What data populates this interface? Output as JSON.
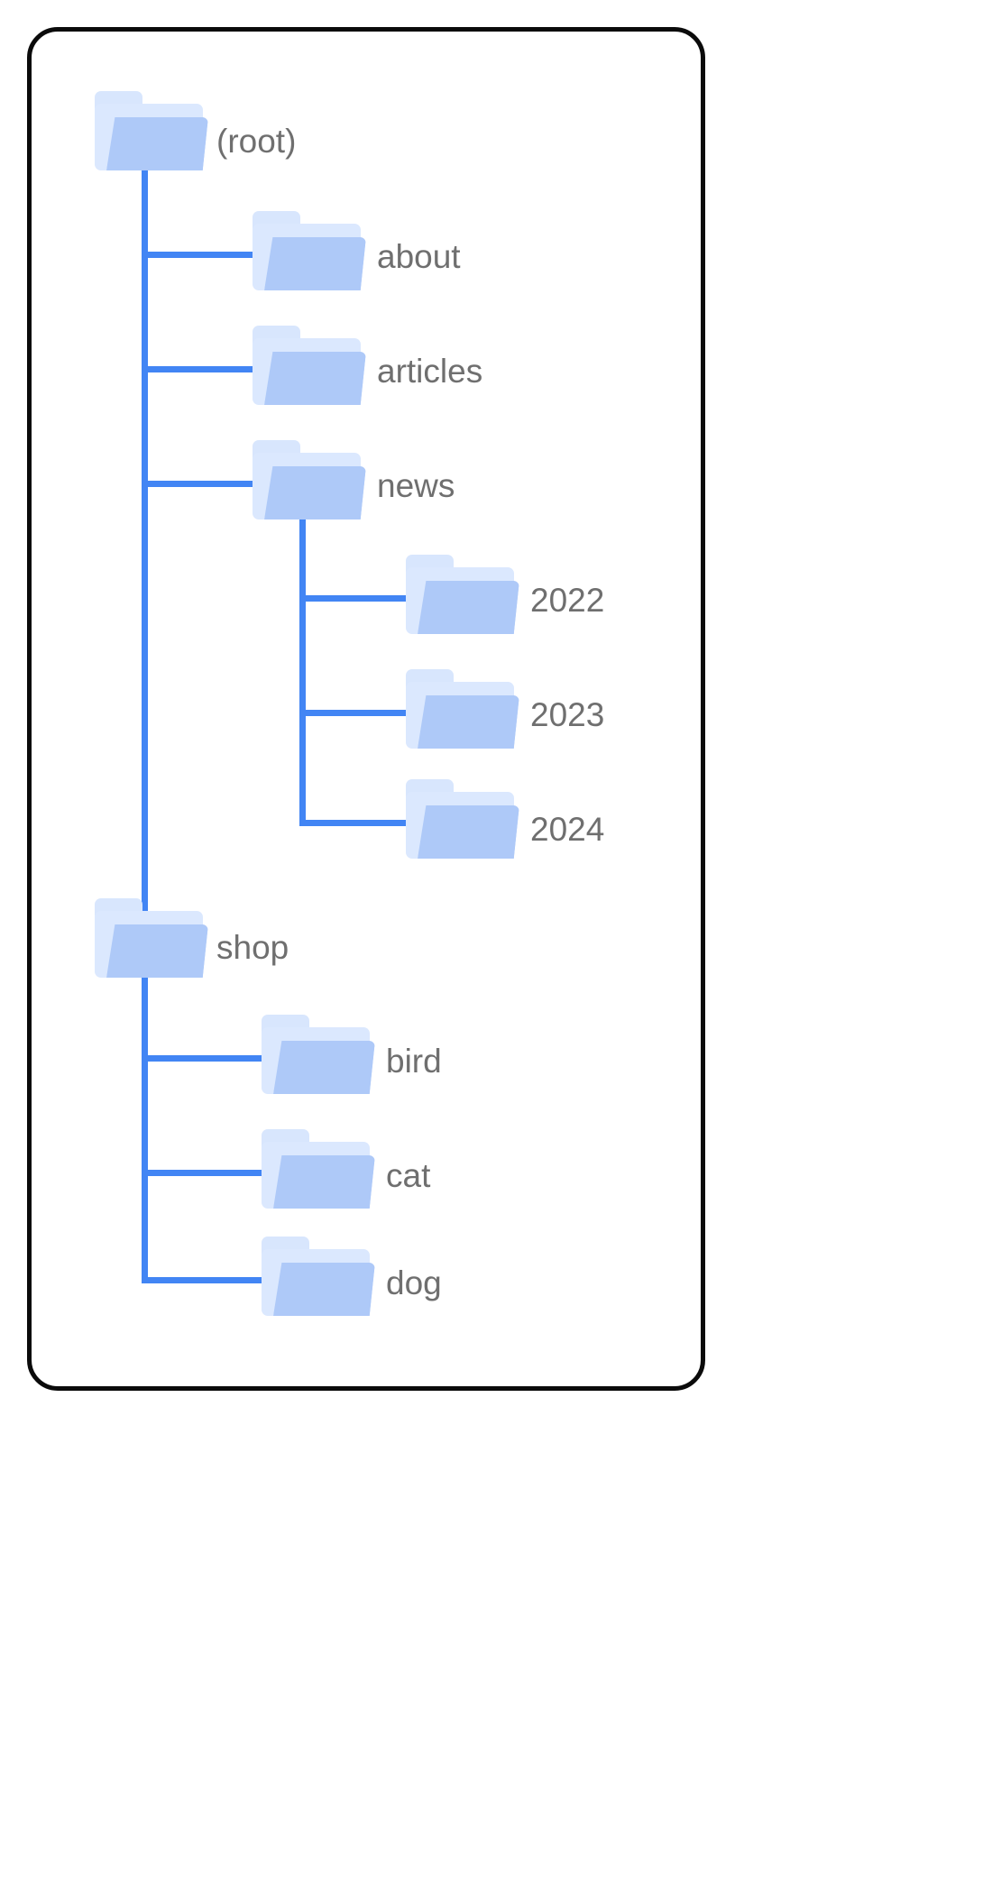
{
  "diagram": {
    "title": "folder-tree",
    "colors": {
      "connector": "#4285f4",
      "folder_front": "#aec9f8",
      "folder_back": "#dbe8fe",
      "folder_tab": "#d8e6fd",
      "label_text": "#6f6f6f",
      "card_border": "#0b0b0b",
      "background": "#ffffff"
    },
    "icon": "folder-icon",
    "nodes": {
      "root": {
        "label": "(root)",
        "depth": 0
      },
      "about": {
        "label": "about",
        "depth": 1
      },
      "articles": {
        "label": "articles",
        "depth": 1
      },
      "news": {
        "label": "news",
        "depth": 1
      },
      "y2022": {
        "label": "2022",
        "depth": 2
      },
      "y2023": {
        "label": "2023",
        "depth": 2
      },
      "y2024": {
        "label": "2024",
        "depth": 2
      },
      "shop": {
        "label": "shop",
        "depth": 1
      },
      "bird": {
        "label": "bird",
        "depth": 2
      },
      "cat": {
        "label": "cat",
        "depth": 2
      },
      "dog": {
        "label": "dog",
        "depth": 2
      }
    }
  }
}
